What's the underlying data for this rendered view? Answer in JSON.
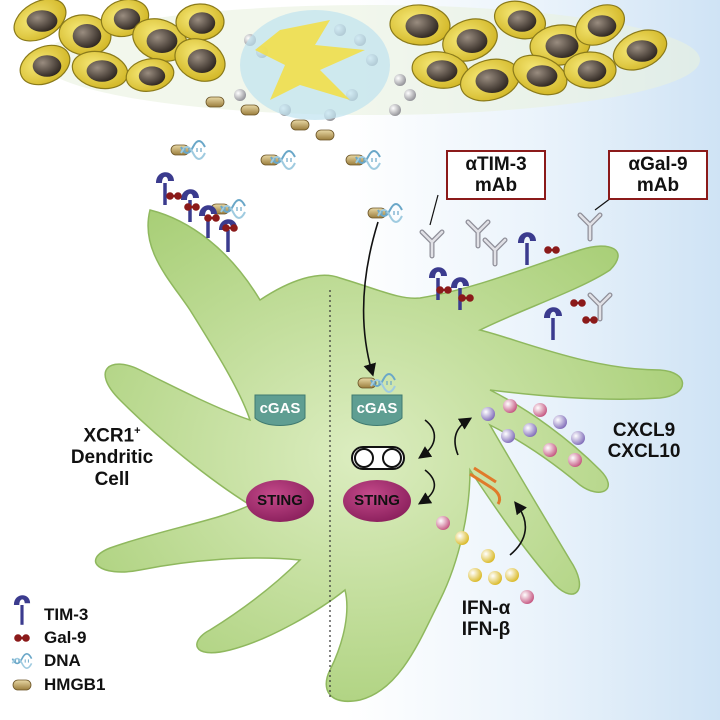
{
  "figure": {
    "cell_label": {
      "line1": "XCR1",
      "superscript": "+",
      "line2": "Dendritic",
      "line3": "Cell"
    },
    "antibodies": {
      "tim3": {
        "line1": "αTIM-3",
        "line2": "mAb"
      },
      "gal9": {
        "line1": "αGal-9",
        "line2": "mAb"
      }
    },
    "cgas_left": "cGAS",
    "cgas_right": "cGAS",
    "sting_left": "STING",
    "sting_right": "STING",
    "chemokines": {
      "line1": "CXCL9",
      "line2": "CXCL10"
    },
    "interferons": {
      "line1": "IFN-α",
      "line2": "IFN-β"
    }
  },
  "legend": [
    {
      "icon": "tim3-receptor-icon",
      "label": "TIM-3"
    },
    {
      "icon": "gal9-ligand-icon",
      "label": "Gal-9"
    },
    {
      "icon": "dna-helix-icon",
      "label": "DNA"
    },
    {
      "icon": "hmgb1-capsule-icon",
      "label": "HMGB1"
    }
  ],
  "colors": {
    "cell_green": "#b8d98a",
    "tim3_purple": "#3b3b8e",
    "gal9_red": "#8b1a1a",
    "sting_magenta": "#a02a6e",
    "cgas_teal": "#5f9e92",
    "tumor_yellow": "#e8d23a",
    "mab_grey": "#c9c9cf"
  }
}
